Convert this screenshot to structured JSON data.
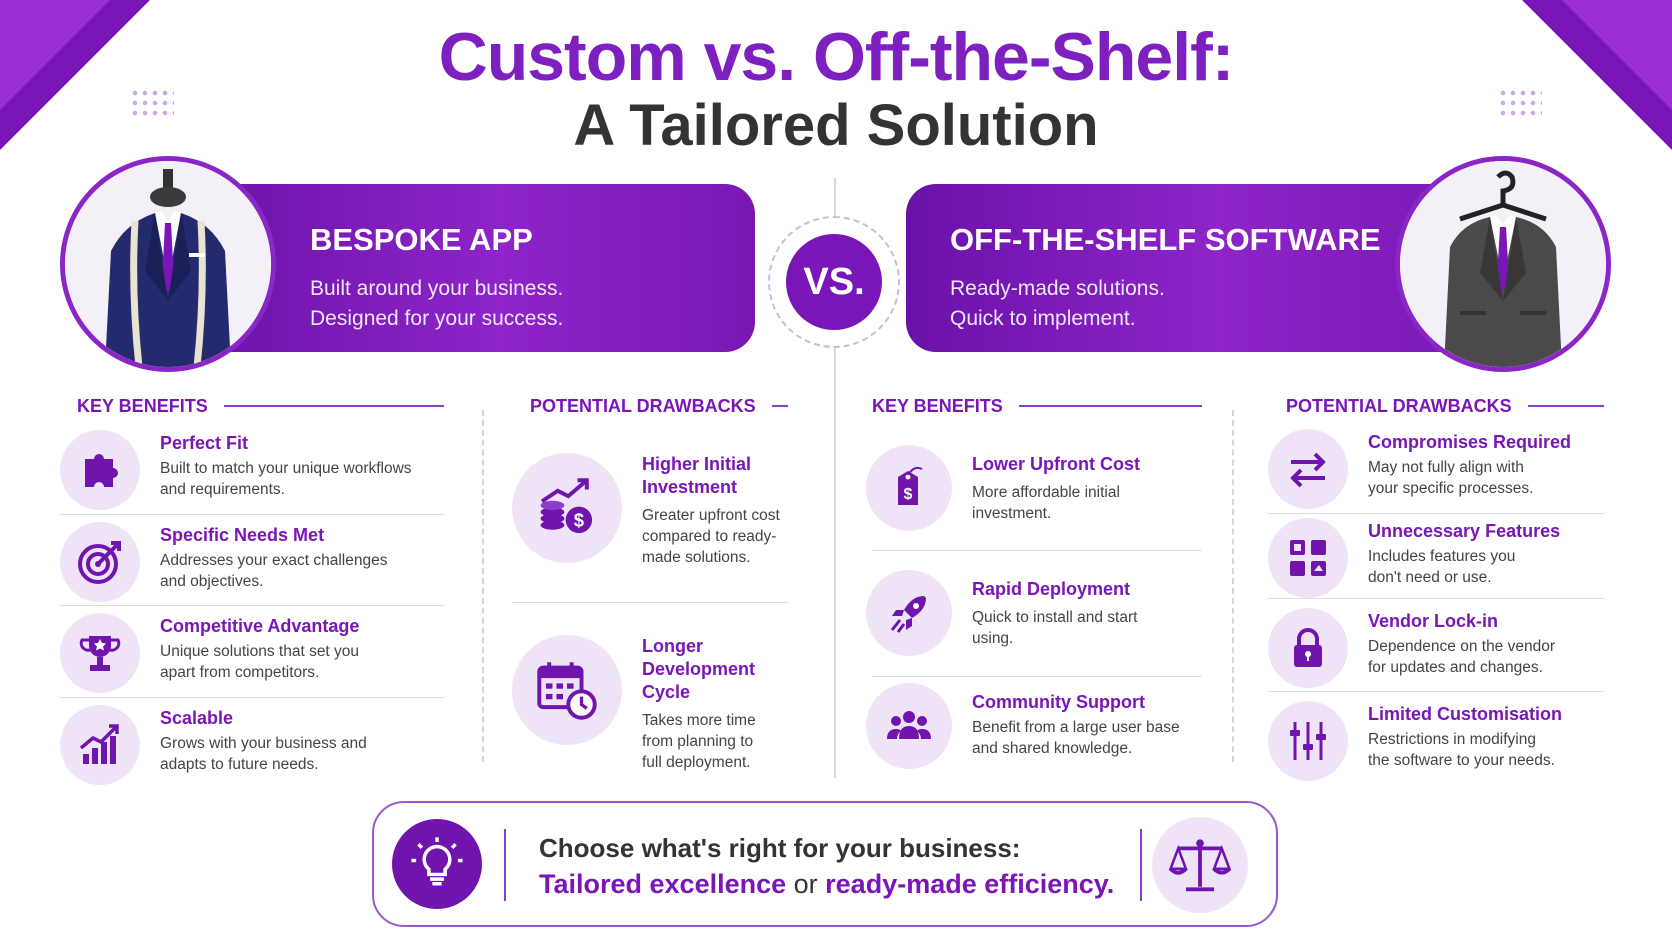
{
  "title_line1": "Custom vs. Off-the-Shelf:",
  "title_line2": "A Tailored Solution",
  "vs_label": "VS.",
  "bespoke": {
    "heading": "BESPOKE APP",
    "line1": "Built around your business.",
    "line2": "Designed for your success."
  },
  "offshelf": {
    "heading": "OFF-THE-SHELF SOFTWARE",
    "line1": "Ready-made solutions.",
    "line2": "Quick to implement."
  },
  "bespoke_benefits": {
    "label": "KEY BENEFITS",
    "items": [
      {
        "title": "Perfect Fit",
        "desc1": "Built to match your unique workflows",
        "desc2": "and requirements.",
        "icon": "puzzle-icon"
      },
      {
        "title": "Specific Needs Met",
        "desc1": "Addresses your exact challenges",
        "desc2": "and objectives.",
        "icon": "target-icon"
      },
      {
        "title": "Competitive Advantage",
        "desc1": "Unique solutions that set you",
        "desc2": "apart from competitors.",
        "icon": "trophy-icon"
      },
      {
        "title": "Scalable",
        "desc1": "Grows with your business and",
        "desc2": "adapts to future needs.",
        "icon": "growth-chart-icon"
      }
    ]
  },
  "bespoke_drawbacks": {
    "label": "POTENTIAL DRAWBACKS",
    "items": [
      {
        "title1": "Higher Initial",
        "title2": "Investment",
        "desc1": "Greater upfront cost",
        "desc2": "compared to ready-",
        "desc3": "made solutions.",
        "icon": "coins-growth-icon"
      },
      {
        "title1": "Longer",
        "title2": "Development Cycle",
        "desc1": "Takes more time",
        "desc2": "from planning to",
        "desc3": "full deployment.",
        "icon": "calendar-clock-icon"
      }
    ]
  },
  "offshelf_benefits": {
    "label": "KEY BENEFITS",
    "items": [
      {
        "title": "Lower Upfront Cost",
        "desc1": "More affordable initial",
        "desc2": "investment.",
        "icon": "price-tag-icon"
      },
      {
        "title": "Rapid Deployment",
        "desc1": "Quick to install and start",
        "desc2": "using.",
        "icon": "rocket-icon"
      },
      {
        "title": "Community Support",
        "desc1": "Benefit from a large user base",
        "desc2": "and shared knowledge.",
        "icon": "people-icon"
      }
    ]
  },
  "offshelf_drawbacks": {
    "label": "POTENTIAL DRAWBACKS",
    "items": [
      {
        "title": "Compromises Required",
        "desc1": "May not fully align with",
        "desc2": "your specific processes.",
        "icon": "swap-arrows-icon"
      },
      {
        "title": "Unnecessary Features",
        "desc1": "Includes features you",
        "desc2": "don't need or use.",
        "icon": "grid-icon"
      },
      {
        "title": "Vendor Lock-in",
        "desc1": "Dependence on the vendor",
        "desc2": "for updates and changes.",
        "icon": "lock-icon"
      },
      {
        "title": "Limited Customisation",
        "desc1": "Restrictions in modifying",
        "desc2": "the software to your needs.",
        "icon": "sliders-icon"
      }
    ]
  },
  "footer": {
    "line1": "Choose what's right for your business:",
    "emph1": "Tailored excellence",
    "connector": " or ",
    "emph2": "ready-made efficiency."
  },
  "colors": {
    "primary": "#7a16b8",
    "accent": "#9b2fd6",
    "light": "#efe3f8",
    "text": "#333333"
  }
}
